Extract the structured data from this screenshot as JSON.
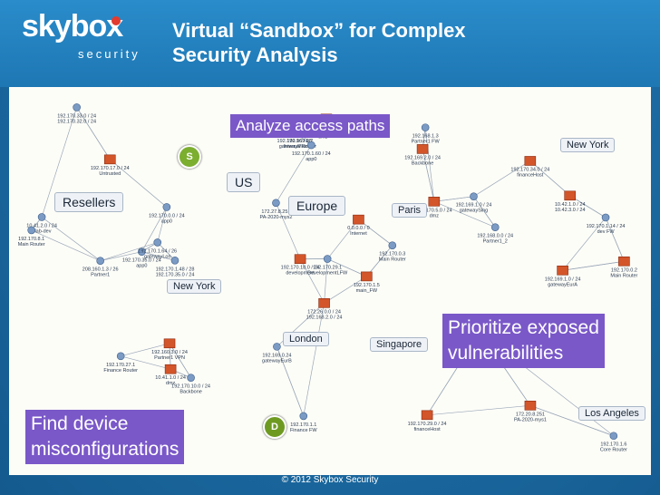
{
  "header": {
    "logo_word": "skybox",
    "logo_sub": "security",
    "title_line1": "Virtual “Sandbox” for Complex",
    "title_line2": "Security Analysis"
  },
  "callouts": {
    "analyze": "Analyze access paths",
    "prioritize_line1": "Prioritize exposed",
    "prioritize_line2": "vulnerabilities",
    "find_line1": "Find device",
    "find_line2": "misconfigurations"
  },
  "zones": {
    "resellers": "Resellers",
    "us": "US",
    "europe": "Europe",
    "paris": "Paris",
    "new_york_top": "New York",
    "new_york_mid": "New York",
    "london": "London",
    "singapore": "Singapore",
    "los_angeles": "Los Angeles"
  },
  "badges": {
    "s": "S",
    "d": "D"
  },
  "diagram_labels": [
    "172.26.0.0 / 24",
    "192.168.2.0 / 24",
    "192.170.1.48 / 28",
    "192.170.35.0 / 24",
    "172.26.8.251",
    "PA-2020-mys1",
    "172.27.8.251",
    "PA-2020-mys2",
    "192.168.1.3",
    "Partner1 FW",
    "192.160.3.0 / 24",
    "Partner1 VPN",
    "192.170.1.5",
    "main_FW",
    "192.169.9.0 / 24",
    "gatewayEUFW",
    "208.160.1.3 / 26",
    "Partner1",
    "192.170.35.0 / 24",
    "app0",
    "192.170.5.0 / 24",
    "dmz",
    "192.170.0.2",
    "Main Router",
    "0.0.0.0 / 0",
    "Internet",
    "192.168.0.0 / 24",
    "Partner1_2",
    "192.170.0.0 / 24",
    "Backbone",
    "192.169.1.0 / 24",
    "gatewayEurA",
    "192.170.0.3",
    "Main Router",
    "192.169.2.0 / 24",
    "Backbone",
    "192.169.0.2",
    "Internal Router",
    "192.169.0.24",
    "gatewayEurB",
    "192.170.1.14 / 24",
    "dev FW",
    "192.170.29.1",
    "DevelopmentLFW",
    "192.170.18.0 / 24",
    "development",
    "10.41.1.0 / 24",
    "dmz",
    "192.170.10.0 / 24",
    "Backbone",
    "192.170.1.6",
    "Core Router",
    "192.170.35.0 / 24",
    "app0",
    "10.41.2.0 / 24",
    "slab-dev",
    "192.170.1.64 / 26",
    "gatewayLon",
    "192.169.1.0 / 24",
    "gatewaySing",
    "192.170.8.1",
    "Main Router",
    "192.170.96 / 28",
    "gatewayMaint",
    "192.170.1.1",
    "Finance FW",
    "192.170.1.60 / 24",
    "app0",
    "10.42.1.0 / 24",
    "10.42.3.0 / 24",
    "192.170.27.1",
    "Finance Router",
    "192.170.29.0 / 24",
    "financeHost",
    "192.170.34.0 / 24",
    "financeHost",
    "192.170.33.0 / 24",
    "192.170.32.0 / 24",
    "172.20.8.251",
    "PA-2020-mys1",
    "172.27.8.251",
    "PA-2020-mys2",
    "192.170.11.0 / 24",
    "dmz",
    "192.170.0.0 / 24",
    "app0",
    "192.170.17.0 / 24",
    "Untrusted"
  ],
  "footer": {
    "copyright": "© 2012 Skybox Security"
  },
  "colors": {
    "background": "#1d6ea6",
    "callout": "#7a58c8",
    "badge_s": "#7cae2f",
    "badge_d": "#6f9a22",
    "zone_fill": "#eef2f7"
  }
}
